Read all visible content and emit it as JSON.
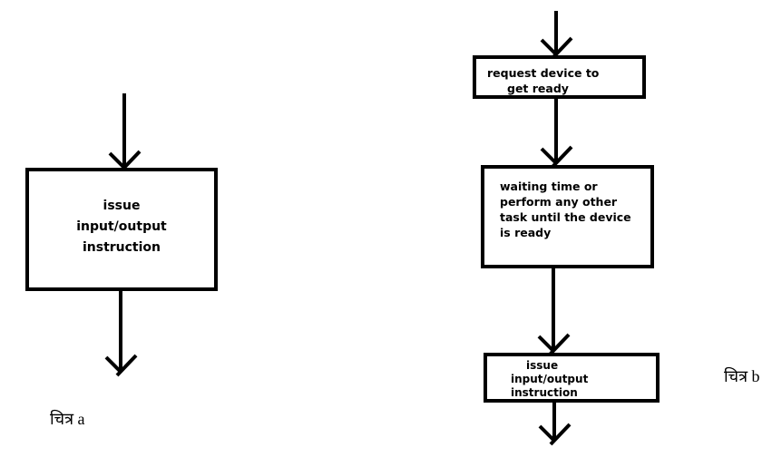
{
  "background": "#ffffff",
  "ink": "#000000",
  "figure_a": {
    "label": "चित्र a",
    "box_issue_io": {
      "lines": [
        "issue",
        "input/output",
        "instruction"
      ]
    }
  },
  "figure_b": {
    "label": "चित्र b",
    "box_request": {
      "lines": [
        "request device to",
        "get ready"
      ]
    },
    "box_waiting": {
      "lines": [
        "waiting time or",
        "perform any other",
        "task until the device",
        "is ready"
      ]
    },
    "box_issue_io": {
      "lines": [
        "issue",
        "input/output",
        "instruction"
      ]
    }
  }
}
